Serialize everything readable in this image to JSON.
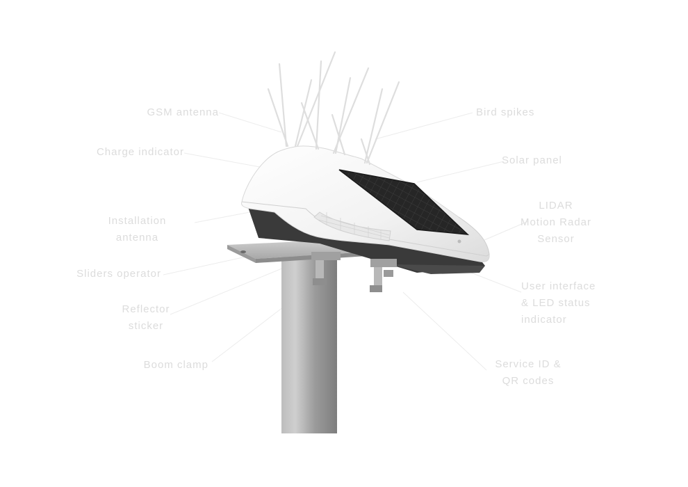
{
  "labels": {
    "gsm_antenna": "GSM antenna",
    "bird_spikes": "Bird spikes",
    "charge_indicator": "Charge indicator",
    "solar_panel": "Solar panel",
    "installation_antenna_l1": "Installation",
    "installation_antenna_l2": "antenna",
    "motion_sensor_l1": "LIDAR",
    "motion_sensor_l2": "Motion Radar",
    "motion_sensor_l3": "Sensor",
    "sliders_operator": "Sliders operator",
    "user_interface_l1": "User interface",
    "user_interface_l2": "& LED status",
    "user_interface_l3": "indicator",
    "reflector_sticker_l1": "Reflector",
    "reflector_sticker_l2": "sticker",
    "boom_clamp": "Boom clamp",
    "service_id_l1": "Service ID &",
    "service_id_l2": "QR codes"
  },
  "colors": {
    "label_text": "#dcdcdc",
    "leader_line": "#e4e4e4",
    "housing": "#f4f4f4",
    "solar": "#2b2b2b",
    "pole": "#9a9a9a"
  }
}
